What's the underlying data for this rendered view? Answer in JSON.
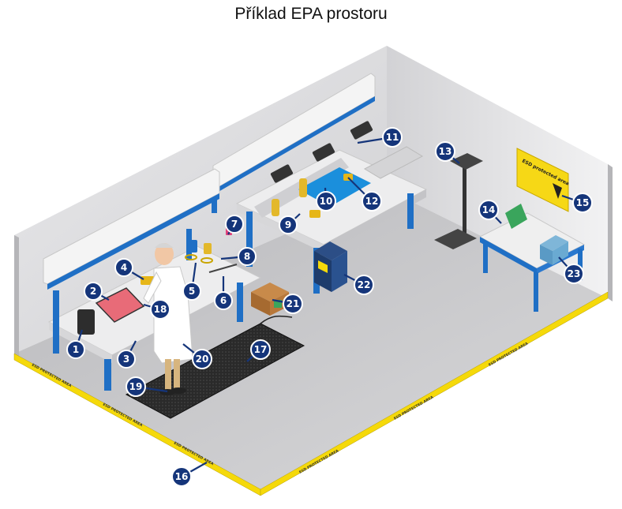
{
  "title": "Příklad EPA prostoru",
  "tape_label": "ESD PROTECTED AREA",
  "sign_text": "ESD protected area",
  "colors": {
    "marker": "#15357a",
    "tape": "#f5d90a",
    "bench_leg": "#1f6fc5",
    "floor": "#c9c9cb",
    "wall": "#dcdcde",
    "mat_blue": "#1b8fdc",
    "floor_mat": "#2b2b2b"
  },
  "markers": [
    "1",
    "2",
    "3",
    "4",
    "5",
    "6",
    "7",
    "8",
    "9",
    "10",
    "11",
    "12",
    "13",
    "14",
    "15",
    "16",
    "17",
    "18",
    "19",
    "20",
    "21",
    "22",
    "23"
  ]
}
